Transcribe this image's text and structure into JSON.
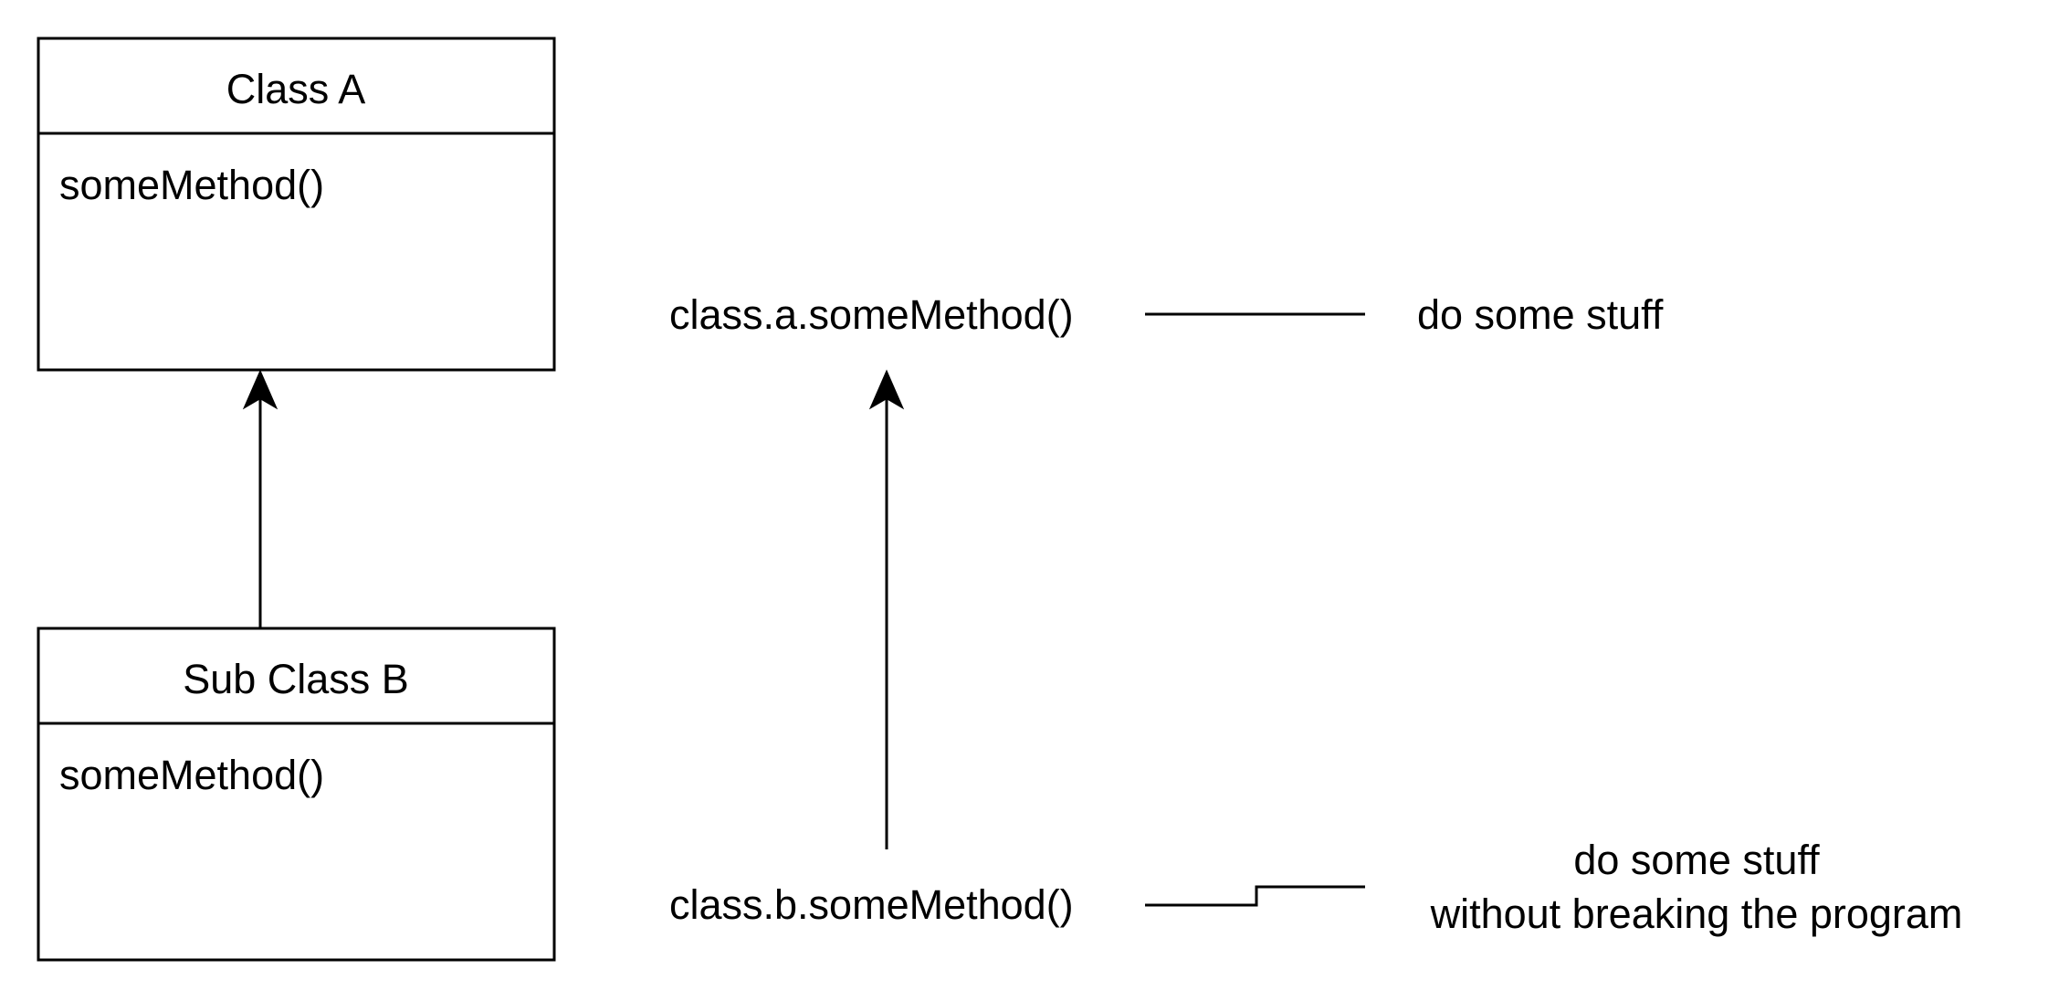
{
  "class_a": {
    "title": "Class A",
    "method": "someMethod()"
  },
  "sub_class_b": {
    "title": "Sub Class B",
    "method": "someMethod()"
  },
  "calls": {
    "a": {
      "call": "class.a.someMethod()",
      "result": "do some stuff"
    },
    "b": {
      "call": "class.b.someMethod()",
      "result_line1": "do some stuff",
      "result_line2": "without breaking the program"
    }
  },
  "colors": {
    "stroke": "#000000",
    "background": "#ffffff"
  }
}
